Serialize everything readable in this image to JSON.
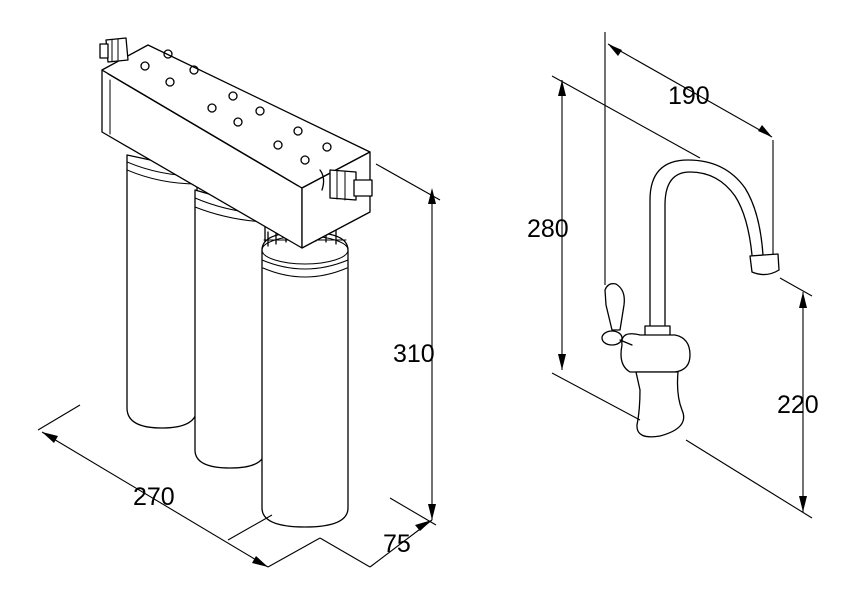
{
  "figure": {
    "filter_system": {
      "dimensions": {
        "width": "270",
        "depth": "75",
        "height": "310"
      }
    },
    "faucet": {
      "dimensions": {
        "reach": "190",
        "total_height": "280",
        "spout_height": "220"
      }
    }
  },
  "colors": {
    "line": "#000000",
    "background": "#ffffff"
  }
}
